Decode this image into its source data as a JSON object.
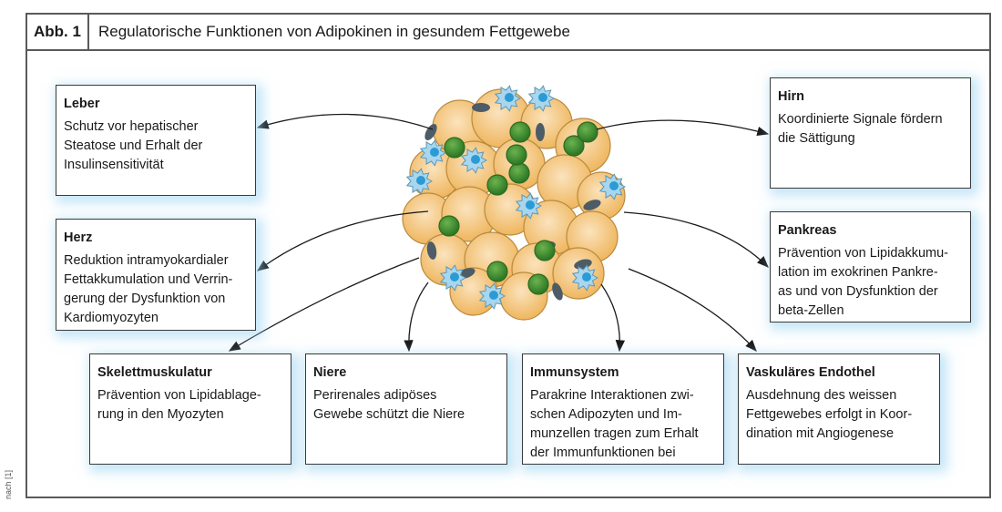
{
  "figure": {
    "label": "Abb. 1",
    "title": "Regulatorische Funktionen von Adipokinen in gesundem Fettgewebe",
    "side_note": "nach [1]"
  },
  "center": {
    "name": "fat-tissue-cluster",
    "colors": {
      "adipocyte": "#f3c277",
      "immune_cell": "#8ccbe9",
      "green_cell": "#4f9a3c",
      "endothelial": "#4d5c66"
    }
  },
  "boxes": [
    {
      "id": "leber",
      "heading": "Leber",
      "text": "Schutz vor hepatischer\nSteatose und Erhalt der\nInsulinsensitivität"
    },
    {
      "id": "herz",
      "heading": "Herz",
      "text": "Reduktion intramyokardialer\nFettakkumulation und Verrin-\ngerung der Dysfunktion von\nKardiomyozyten"
    },
    {
      "id": "hirn",
      "heading": "Hirn",
      "text": "Koordinierte Signale fördern\ndie Sättigung"
    },
    {
      "id": "pankreas",
      "heading": "Pankreas",
      "text": "Prävention von Lipidakkumu-\nlation im exokrinen Pankre-\nas und von Dysfunktion der\nbeta-Zellen"
    },
    {
      "id": "skelettmuskulatur",
      "heading": "Skelettmuskulatur",
      "text": "Prävention von Lipidablage-\nrung in den Myozyten"
    },
    {
      "id": "niere",
      "heading": "Niere",
      "text": "Perirenales adipöses\nGewebe schützt die Niere"
    },
    {
      "id": "immunsystem",
      "heading": "Immunsystem",
      "text": "Parakrine Interaktionen zwi-\nschen Adipozyten und Im-\nmunzellen tragen zum Erhalt\nder Immunfunktionen bei"
    },
    {
      "id": "endothel",
      "heading": "Vaskuläres Endothel",
      "text": "Ausdehnung des weissen\nFettgewebes erfolgt in Koor-\ndination mit Angiogenese"
    }
  ]
}
